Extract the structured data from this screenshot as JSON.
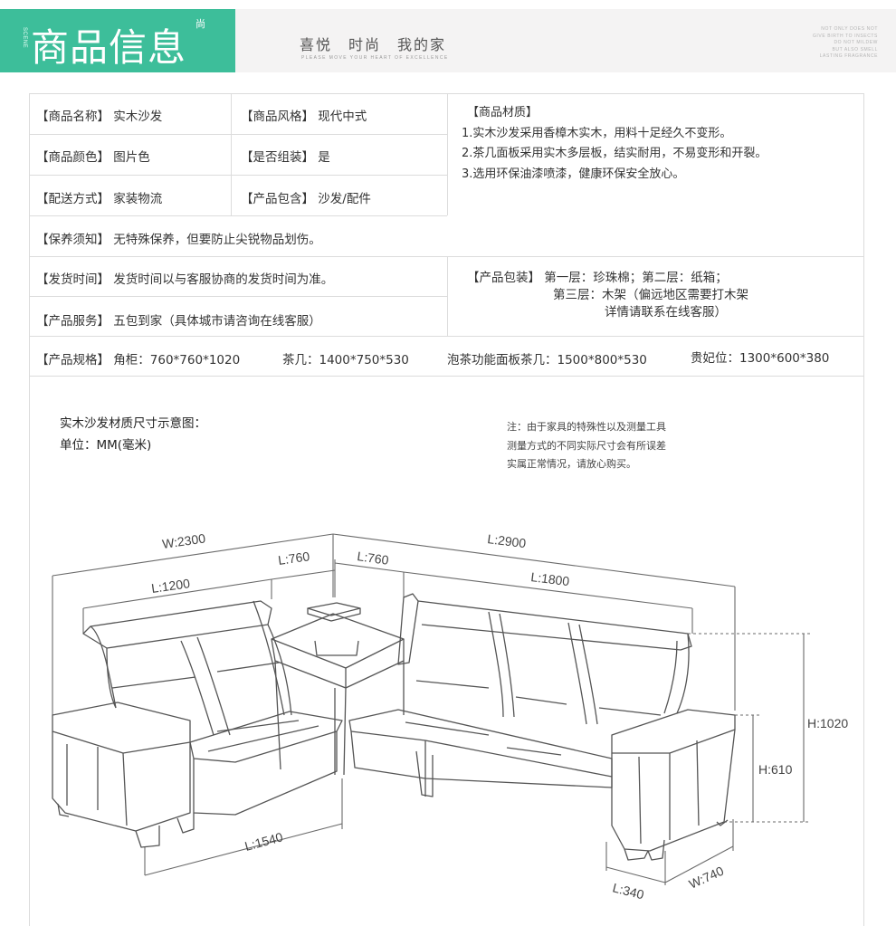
{
  "header": {
    "scene_label": "SCENE",
    "title": "商品信息",
    "badge": "尚",
    "slogan": "喜悦　时尚　我的家",
    "slogan_en": "PLEASE MOVE YOUR HEART OF EXCELLENCE",
    "note_lines": [
      "NOT ONLY DOES NOT",
      "GIVE BIRTH TO INSECTS",
      "DO NOT MILDEW",
      "BUT ALSO SMELL",
      "LASTING FRAGRANCE"
    ]
  },
  "info": {
    "name": "【商品名称】 实木沙发",
    "style": "【商品风格】 现代中式",
    "color": "【商品颜色】 图片色",
    "assembly": "【是否组装】 是",
    "delivery": "【配送方式】 家装物流",
    "includes": "【产品包含】 沙发/配件",
    "care": "【保养须知】 无特殊保养，但要防止尖锐物品划伤。",
    "material_title": "【商品材质】",
    "material_lines": [
      "1.实木沙发采用香樟木实木，用料十足经久不变形。",
      "2.茶几面板采用实木多层板，结实耐用，不易变形和开裂。",
      "3.选用环保油漆喷漆，健康环保安全放心。"
    ],
    "ship_time": "【发货时间】 发货时间以与客服协商的发货时间为准。",
    "service": "【产品服务】 五包到家（具体城市请咨询在线客服）",
    "packaging_lines": [
      "【产品包装】 第一层：珍珠棉；第二层：纸箱；",
      "第三层：木架（偏远地区需要打木架",
      "详情请联系在线客服）"
    ],
    "spec_label": "【产品规格】 角柜：760*760*1020",
    "spec_2": "茶几：1400*750*530",
    "spec_3": "泡茶功能面板茶几：1500*800*530",
    "spec_4": "贵妃位：1300*600*380"
  },
  "diagram": {
    "title": "实木沙发材质尺寸示意图：",
    "unit": "单位：MM(毫米)",
    "note_lines": [
      "注：由于家具的特殊性以及测量工具",
      "测量方式的不同实际尺寸会有所误差",
      "实属正常情况，请放心购买。"
    ],
    "dims": {
      "w2300": "W:2300",
      "l2900": "L:2900",
      "l1200": "L:1200",
      "l760a": "L:760",
      "l760b": "L:760",
      "l1800": "L:1800",
      "h1020": "H:1020",
      "h610": "H:610",
      "l1540": "L:1540",
      "l340": "L:340",
      "w740": "W:740"
    }
  }
}
